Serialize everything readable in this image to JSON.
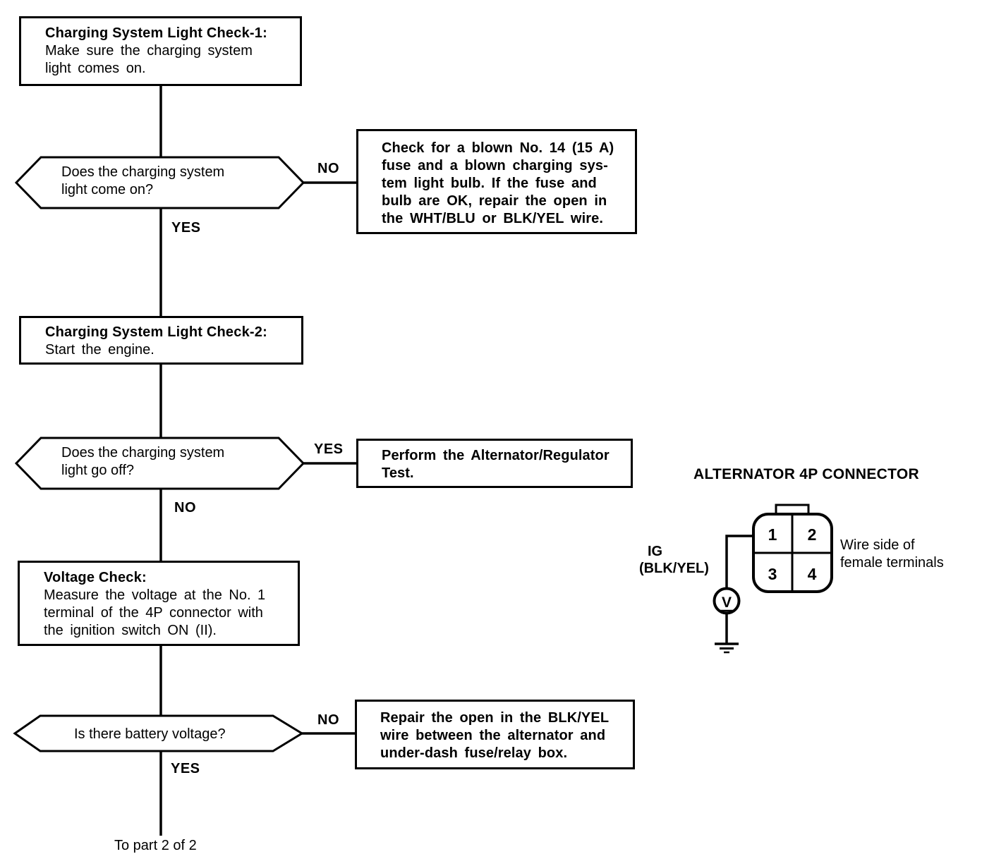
{
  "flowchart": {
    "steps": [
      {
        "title": "Charging System Light Check-1:",
        "lines": [
          "Make sure the charging system",
          "light comes on."
        ]
      },
      {
        "title": "Charging System Light Check-2:",
        "lines": [
          "Start the engine."
        ]
      },
      {
        "title": "Voltage Check:",
        "lines": [
          "Measure the voltage at the No. 1",
          "terminal of the 4P connector with",
          "the ignition switch ON (II)."
        ]
      }
    ],
    "decisions": [
      {
        "lines": [
          "Does the charging system",
          "light come on?"
        ],
        "side_label": "NO",
        "down_label": "YES"
      },
      {
        "lines": [
          "Does the charging system",
          "light go off?"
        ],
        "side_label": "YES",
        "down_label": "NO"
      },
      {
        "lines": [
          "Is there battery voltage?"
        ],
        "side_label": "NO",
        "down_label": "YES"
      }
    ],
    "actions": [
      {
        "lines": [
          "Check for a blown No. 14 (15 A)",
          "fuse and a blown charging sys-",
          "tem light bulb. If the fuse and",
          "bulb are OK, repair the open in",
          "the WHT/BLU or BLK/YEL wire."
        ]
      },
      {
        "lines": [
          "Perform the Alternator/Regulator",
          "Test."
        ]
      },
      {
        "lines": [
          "Repair the open in the BLK/YEL",
          "wire between the alternator and",
          "under-dash fuse/relay box."
        ]
      }
    ],
    "footer_label": "To part 2 of 2"
  },
  "connector_diagram": {
    "title": "ALTERNATOR 4P CONNECTOR",
    "pins": [
      "1",
      "2",
      "3",
      "4"
    ],
    "wire_label": [
      "IG",
      "(BLK/YEL)"
    ],
    "side_note": [
      "Wire side of",
      "female terminals"
    ],
    "meter_symbol": "V"
  },
  "colors": {
    "ink": "#000000",
    "paper": "#ffffff"
  }
}
